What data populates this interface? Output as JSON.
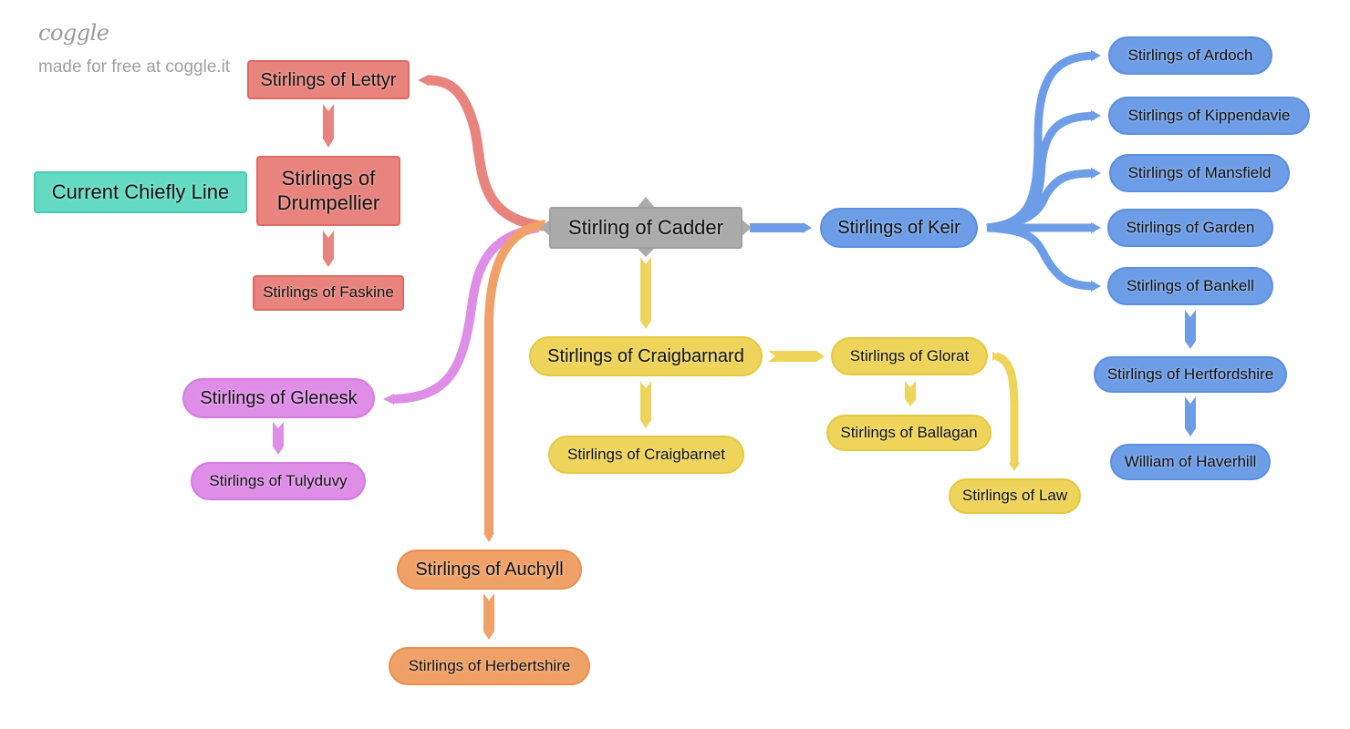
{
  "branding": {
    "logo": "coggle",
    "tagline": "made for free at coggle.it"
  },
  "colors": {
    "root": "#ababab",
    "red_branch": "#e8837d",
    "teal_label": "#64dac5",
    "blue_branch": "#6d9de6",
    "yellow_branch": "#eed45a",
    "pink_branch": "#df8ee8",
    "orange_branch": "#f0a168"
  },
  "mindmap": {
    "root": "Stirling of Cadder",
    "legend_label": "Current Chiefly Line",
    "nodes": {
      "lettyr": "Stirlings of Lettyr",
      "drumpellier_line1": "Stirlings of",
      "drumpellier_line2": "Drumpellier",
      "faskine": "Stirlings of Faskine",
      "glenesk": "Stirlings of Glenesk",
      "tulyduvy": "Stirlings of Tulyduvy",
      "auchyll": "Stirlings of Auchyll",
      "herbertshire": "Stirlings of Herbertshire",
      "craigbarnard": "Stirlings of Craigbarnard",
      "craigbarnet": "Stirlings of Craigbarnet",
      "glorat": "Stirlings of Glorat",
      "ballagan": "Stirlings of Ballagan",
      "law": "Stirlings of Law",
      "keir": "Stirlings of Keir",
      "ardoch": "Stirlings of Ardoch",
      "kippendavie": "Stirlings of Kippendavie",
      "mansfield": "Stirlings of Mansfield",
      "garden": "Stirlings of Garden",
      "bankell": "Stirlings of Bankell",
      "hertfordshire": "Stirlings of Hertfordshire",
      "haverhill": "William of Haverhill"
    },
    "edges": [
      {
        "from": "Stirling of Cadder",
        "to": "Stirlings of Lettyr"
      },
      {
        "from": "Stirlings of Lettyr",
        "to": "Stirlings of Drumpellier"
      },
      {
        "from": "Stirlings of Drumpellier",
        "to": "Stirlings of Faskine"
      },
      {
        "from": "Stirling of Cadder",
        "to": "Stirlings of Glenesk"
      },
      {
        "from": "Stirlings of Glenesk",
        "to": "Stirlings of Tulyduvy"
      },
      {
        "from": "Stirling of Cadder",
        "to": "Stirlings of Auchyll"
      },
      {
        "from": "Stirlings of Auchyll",
        "to": "Stirlings of Herbertshire"
      },
      {
        "from": "Stirling of Cadder",
        "to": "Stirlings of Craigbarnard"
      },
      {
        "from": "Stirlings of Craigbarnard",
        "to": "Stirlings of Craigbarnet"
      },
      {
        "from": "Stirlings of Craigbarnard",
        "to": "Stirlings of Glorat"
      },
      {
        "from": "Stirlings of Glorat",
        "to": "Stirlings of Ballagan"
      },
      {
        "from": "Stirlings of Glorat",
        "to": "Stirlings of Law"
      },
      {
        "from": "Stirling of Cadder",
        "to": "Stirlings of Keir"
      },
      {
        "from": "Stirlings of Keir",
        "to": "Stirlings of Ardoch"
      },
      {
        "from": "Stirlings of Keir",
        "to": "Stirlings of Kippendavie"
      },
      {
        "from": "Stirlings of Keir",
        "to": "Stirlings of Mansfield"
      },
      {
        "from": "Stirlings of Keir",
        "to": "Stirlings of Garden"
      },
      {
        "from": "Stirlings of Keir",
        "to": "Stirlings of Bankell"
      },
      {
        "from": "Stirlings of Bankell",
        "to": "Stirlings of Hertfordshire"
      },
      {
        "from": "Stirlings of Hertfordshire",
        "to": "William of Haverhill"
      }
    ]
  }
}
